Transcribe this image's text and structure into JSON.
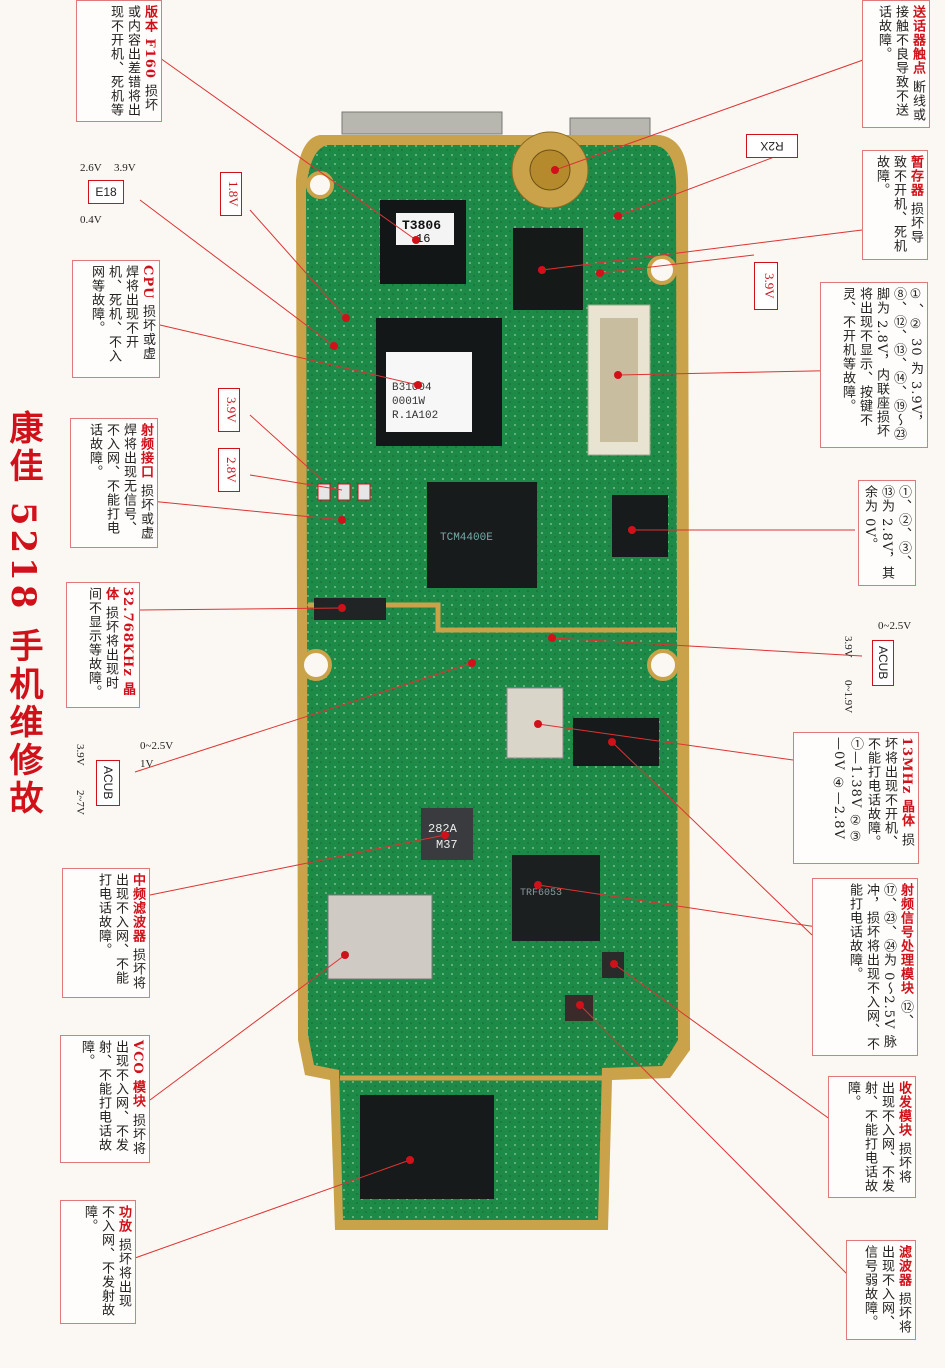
{
  "side_title": "康佳 5218 手机维修故障彩图之一",
  "components": {
    "flash": {
      "title": "版本 F160",
      "desc": "损坏或内容出差错将出现不开机、死机等"
    },
    "mic_contact": {
      "title": "送话器触点",
      "desc": "断线或接触不良导致不送话故障。"
    },
    "buffer": {
      "title": "暂存器",
      "desc": "损坏导致不开机、死机故障。"
    },
    "connector": {
      "title": "",
      "desc": "①、② 30 为 3.9V，⑧、⑫、⑬、⑭、⑲～㉓脚为 2.8V，内联座损坏将出现不显示、按键不灵、不开机等故障。"
    },
    "cpu": {
      "title": "CPU",
      "desc": "损坏或虚焊将出现不开机、死机、不入网等故障。"
    },
    "if_port": {
      "title": "射频接口",
      "desc": "损坏或虚焊将出现无信号、不入网、不能打电话故障。"
    },
    "chip_right": {
      "title": "",
      "desc": "①、②、③、⑬为 2.8V，其余为 0V。"
    },
    "crystal32": {
      "title": "32.768KHz 晶体",
      "desc": "损坏将出现时间不显示等故障。"
    },
    "crystal13": {
      "title": "13MHz 晶体",
      "desc": "损坏将出现不开机、不能打电话故障。①—1.38V ②③—0V ④—2.8V"
    },
    "if_filter": {
      "title": "中频滤波器",
      "desc": "损坏将出现不入网、不能打电话故障。"
    },
    "rf_module": {
      "title": "射频信号处理模块",
      "desc": "⑫、⑰、㉓、㉔为 0～2.5V 脉冲，损坏将出现不入网、不能打电话故障。"
    },
    "vco": {
      "title": "VCO 模块",
      "desc": "损坏将出现不入网、不发射、不能打电话故障。"
    },
    "transceiver": {
      "title": "收发模块",
      "desc": "损坏将出现不入网、不发射、不能打电话故障。"
    },
    "pa": {
      "title": "功放",
      "desc": "损坏将出现不入网、不发射故障。"
    },
    "filter": {
      "title": "滤波器",
      "desc": "损坏将出现不入网、信号弱故障。"
    }
  },
  "voltage_labels": {
    "v18": "1.8V",
    "v39a": "3.9V",
    "v28": "2.8V",
    "v39b": "3.9V"
  },
  "e18": {
    "label": "E18",
    "v1": "2.6V",
    "v2": "3.9V",
    "v3": "0.4V"
  },
  "r2x": {
    "label": "R2X"
  },
  "acub_right": {
    "label": "ACUB",
    "top": "0~2.5V",
    "left": "3.9V",
    "bottom": "0~1.9V"
  },
  "acub_left": {
    "label": "ACUB",
    "top": "0~2.5V",
    "right": "1V",
    "left": "3.9V",
    "bottom": "2~7V"
  },
  "chip_marks": {
    "flash": "T3806",
    "flash2": "16",
    "cpu": "B31004",
    "cpu2": "0001W",
    "cpu3": "R.1A102",
    "if": "TCM4400E",
    "filter": "282A",
    "filter2": "M37",
    "rf": "TRF6053"
  },
  "colors": {
    "pcb": "#1e8a48",
    "pcb_dark": "#10603a",
    "gold": "#c9a24a",
    "red": "#d0111a",
    "leader": "#d33"
  }
}
